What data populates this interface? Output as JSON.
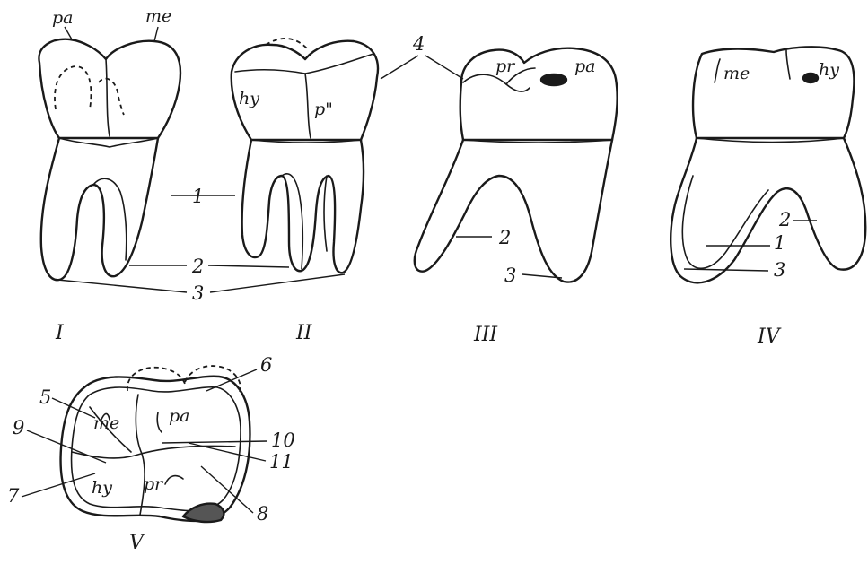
{
  "labels": {
    "pa": "pa",
    "me": "me",
    "hy": "hy",
    "pr": "pr",
    "pr_II": "p\"",
    "me_V": "me",
    "pa_V": "pa",
    "hy_V": "hy",
    "pr_V": "pr"
  },
  "numbers": {
    "n1": "1",
    "n2": "2",
    "n3": "3",
    "n4": "4",
    "n5": "5",
    "n6": "6",
    "n7": "7",
    "n8": "8",
    "n9": "9",
    "n10": "10",
    "n11": "11"
  },
  "views": {
    "I": "I",
    "II": "II",
    "III": "III",
    "IV": "IV",
    "V": "V"
  }
}
